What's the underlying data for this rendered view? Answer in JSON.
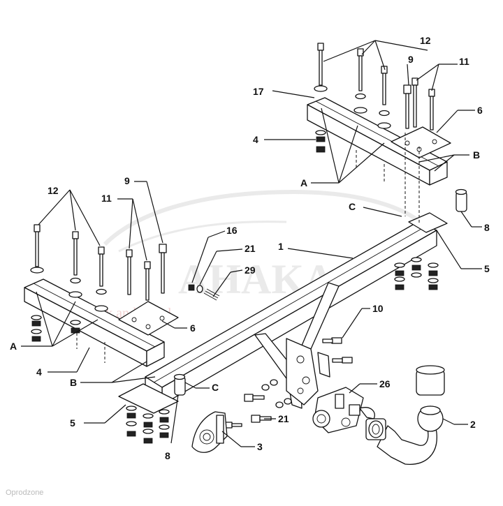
{
  "labels": {
    "n1": "1",
    "n2": "2",
    "n3": "3",
    "n4": "4",
    "n5": "5",
    "n6": "6",
    "n8": "8",
    "n9": "9",
    "n10": "10",
    "n11": "11",
    "n12": "12",
    "n16": "16",
    "n17": "17",
    "n21": "21",
    "n26": "26",
    "n29": "29",
    "A": "A",
    "B": "B",
    "C": "C"
  },
  "watermark": {
    "brand": "AHAKA",
    "tagline": "work and travel"
  },
  "footer": "Oprodzone",
  "colors": {
    "ink": "#111111",
    "watermark": "#d9d9d9",
    "watermark_red": "#e8b0b0"
  }
}
